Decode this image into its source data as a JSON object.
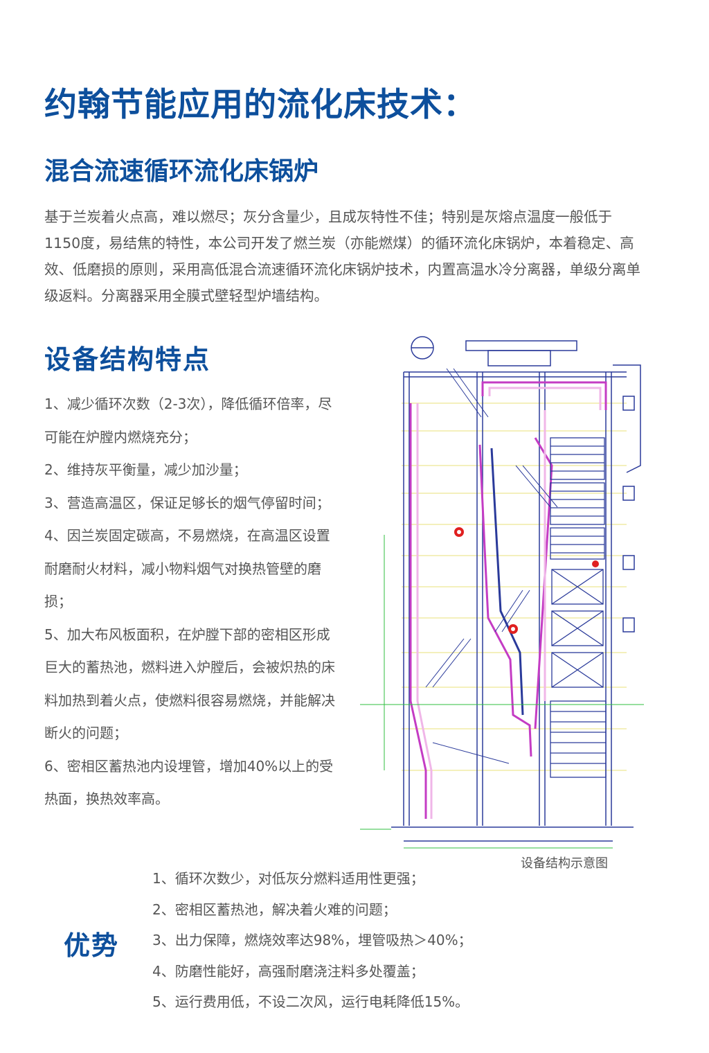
{
  "page": {
    "title": "约翰节能应用的流化床技术：",
    "subtitle": "混合流速循环流化床锅炉",
    "intro": "基于兰炭着火点高，难以燃尽；灰分含量少，且成灰特性不佳；特别是灰熔点温度一般低于1150度，易结焦的特性，本公司开发了燃兰炭（亦能燃煤）的循环流化床锅炉，本着稳定、高效、低磨损的原则，采用高低混合流速循环流化床锅炉技术，内置高温水冷分离器，单级分离单级返料。分离器采用全膜式壁轻型炉墙结构。"
  },
  "features": {
    "title": "设备结构特点",
    "items": [
      "1、减少循环次数（2-3次），降低循环倍率，尽可能在炉膛内燃烧充分；",
      "2、维持灰平衡量，减少加沙量；",
      "3、营造高温区，保证足够长的烟气停留时间；",
      "4、因兰炭固定碳高，不易燃烧，在高温区设置耐磨耐火材料，减小物料烟气对换热管壁的磨损；",
      "5、加大布风板面积，在炉膛下部的密相区形成巨大的蓄热池，燃料进入炉膛后，会被炽热的床料加热到着火点，使燃料很容易燃烧，并能解决断火的问题；",
      "6、密相区蓄热池内设埋管，增加40%以上的受热面，换热效率高。"
    ]
  },
  "diagram": {
    "caption": "设备结构示意图",
    "colors": {
      "structure": "#2a3a9a",
      "gridline": "#e8e27a",
      "pipe": "#c43cc4",
      "lining": "#f0b6e8",
      "marker": "#e02020",
      "dimension": "#2fbf3f"
    }
  },
  "advantages": {
    "title": "优势",
    "items": [
      "1、循环次数少，对低灰分燃料适用性更强；",
      "2、密相区蓄热池，解决着火难的问题；",
      "3、出力保障，燃烧效率达98%，埋管吸热＞40%；",
      "4、防磨性能好，高强耐磨浇注料多处覆盖；",
      "5、运行费用低，不设二次风，运行电耗降低15%。"
    ]
  },
  "colors": {
    "heading": "#0d4f9c",
    "body_text": "#555555"
  }
}
